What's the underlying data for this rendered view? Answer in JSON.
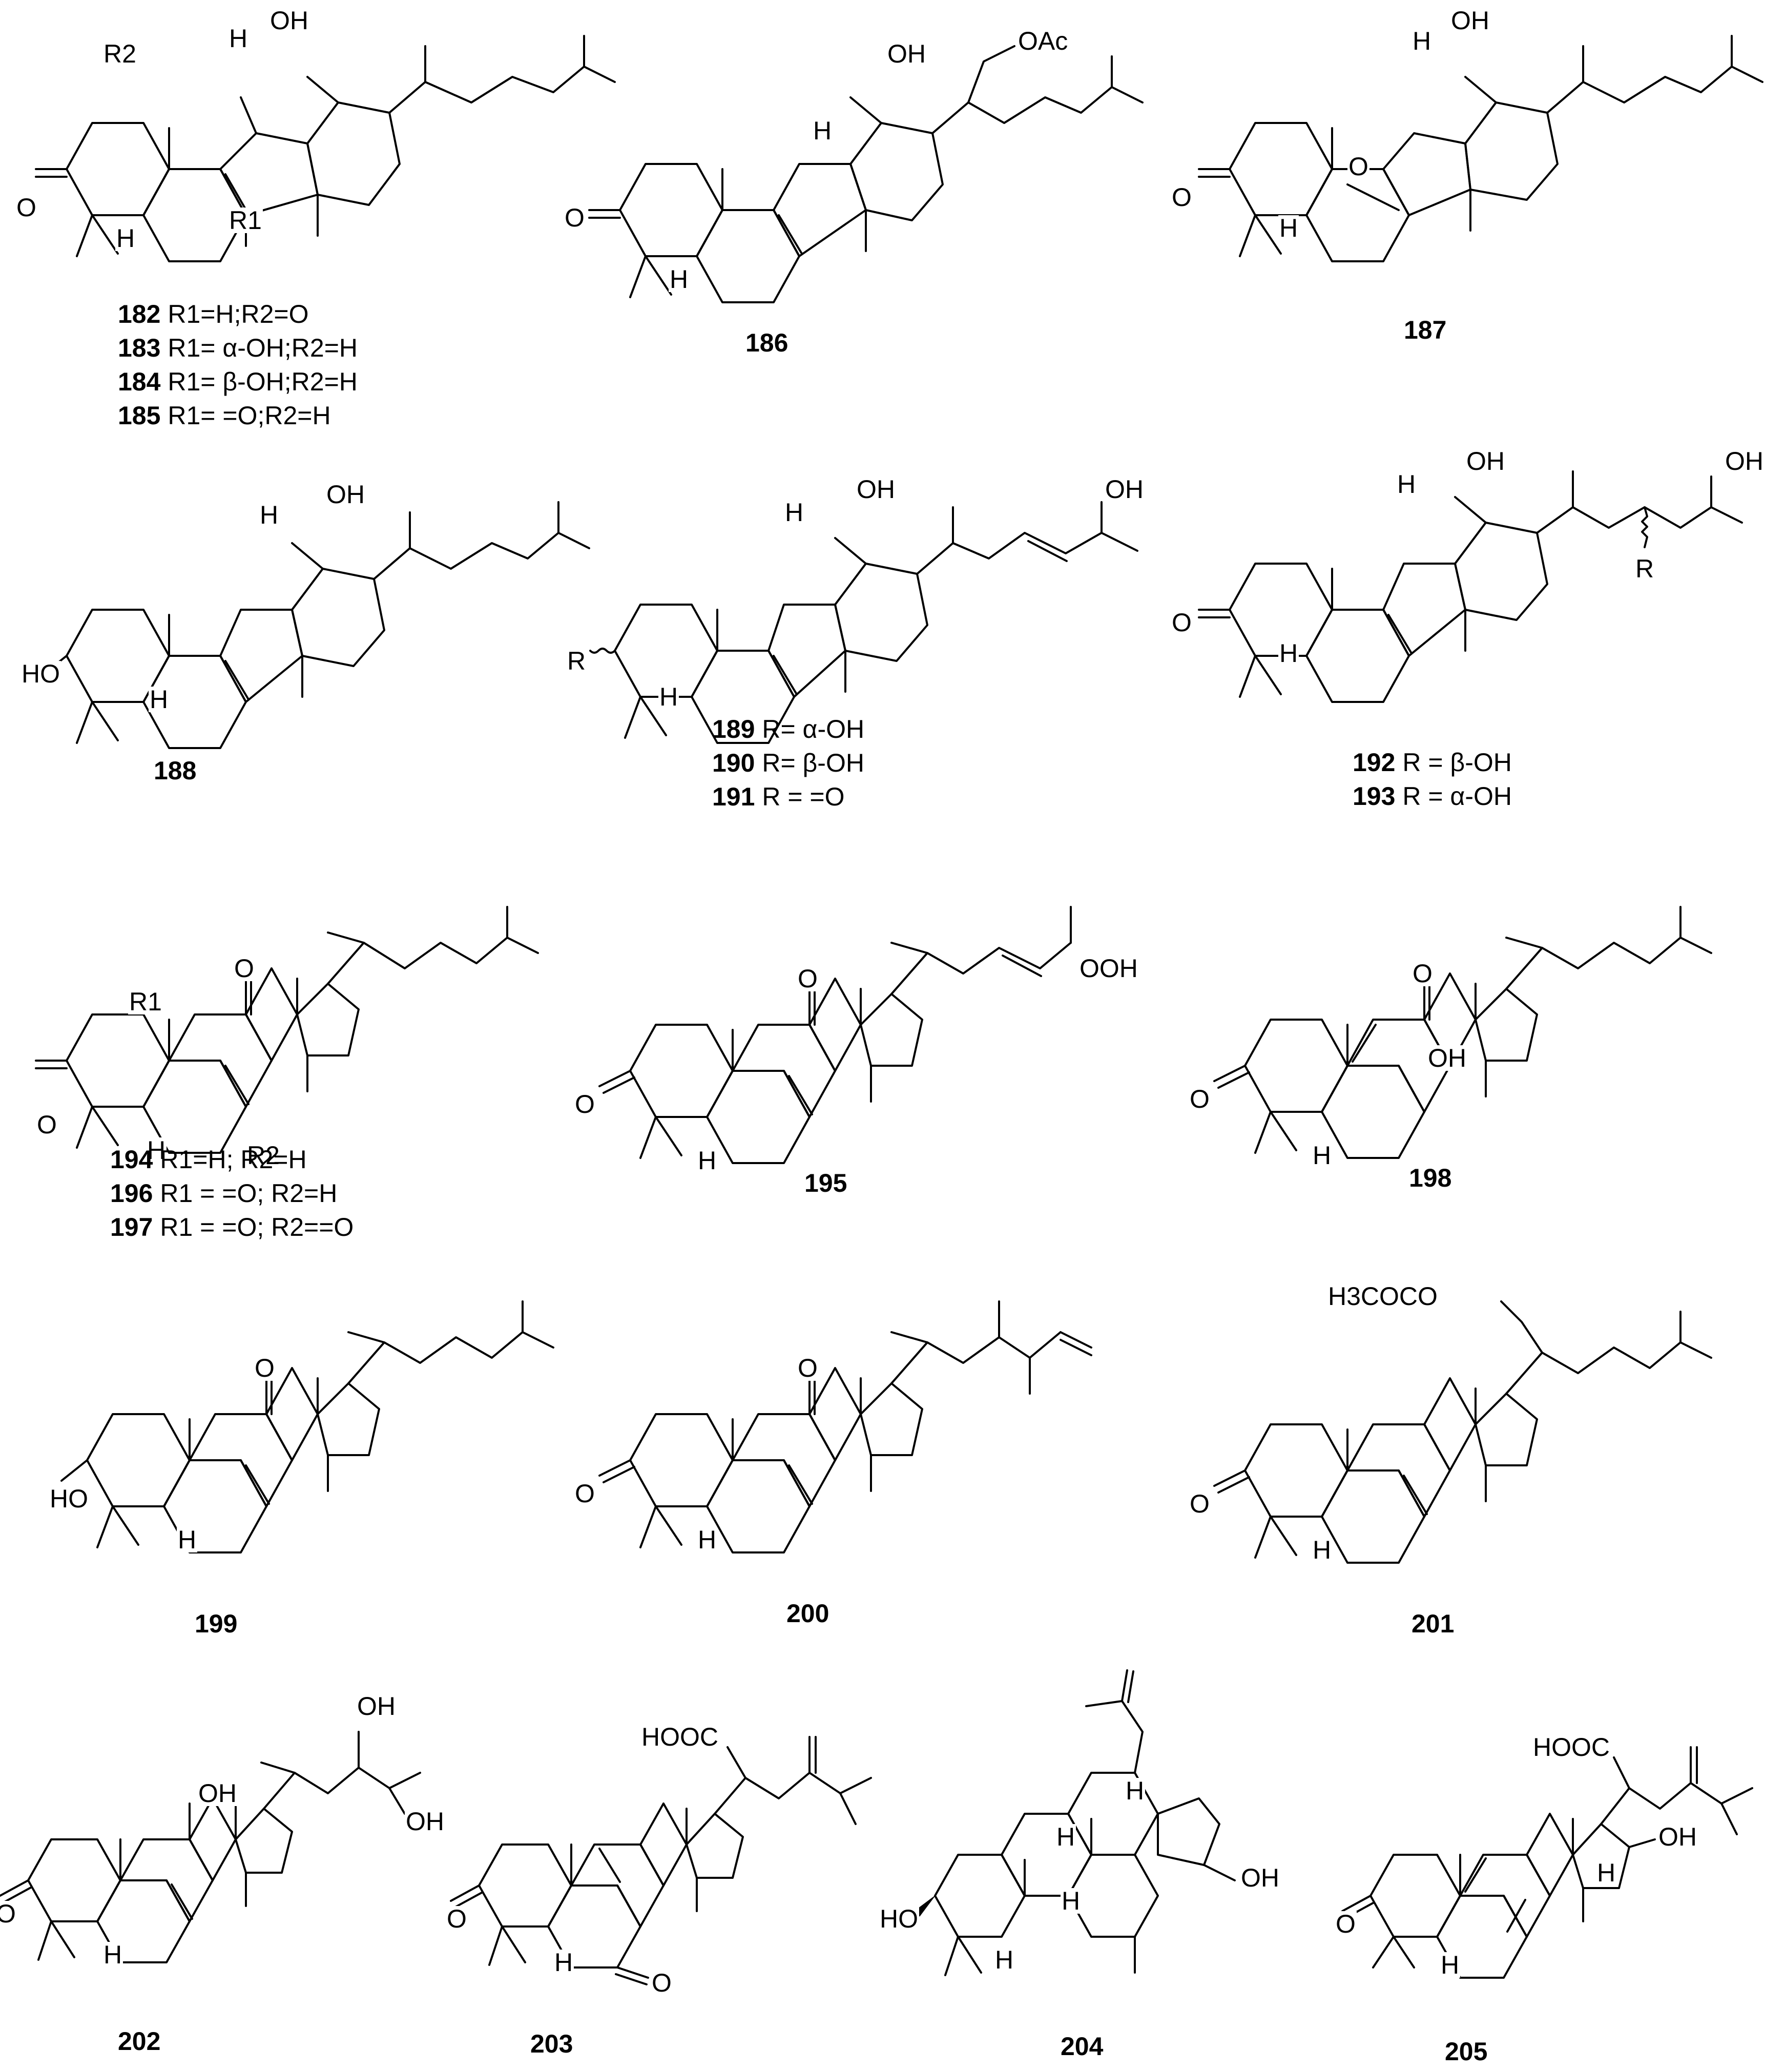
{
  "figure": {
    "compounds": [
      {
        "id": "c182",
        "number": "182",
        "atoms": [
          "R2",
          "OH",
          "H",
          "O",
          "H",
          "R1"
        ],
        "legend": [
          {
            "number": "182",
            "text": "R1=H;R2=O"
          },
          {
            "number": "183",
            "text": "R1= α-OH;R2=H"
          },
          {
            "number": "184",
            "text": "R1= β-OH;R2=H"
          },
          {
            "number": "185",
            "text": "R1= =O;R2=H"
          }
        ]
      },
      {
        "id": "c186",
        "number": "186",
        "atoms": [
          "OH",
          "OAc",
          "H",
          "O",
          "H"
        ],
        "legend": []
      },
      {
        "id": "c187",
        "number": "187",
        "atoms": [
          "OH",
          "H",
          "O",
          "O",
          "H"
        ],
        "legend": []
      },
      {
        "id": "c188",
        "number": "188",
        "atoms": [
          "OH",
          "H",
          "HO",
          "H"
        ],
        "legend": []
      },
      {
        "id": "c189",
        "number": "189",
        "atoms": [
          "OH",
          "H",
          "OH",
          "R",
          "H"
        ],
        "legend": [
          {
            "number": "189",
            "text": "R= α-OH"
          },
          {
            "number": "190",
            "text": "R= β-OH"
          },
          {
            "number": "191",
            "text": "R = =O"
          }
        ]
      },
      {
        "id": "c192",
        "number": "192",
        "atoms": [
          "OH",
          "H",
          "OH",
          "R",
          "O",
          "H"
        ],
        "legend": [
          {
            "number": "192",
            "text": "R = β-OH"
          },
          {
            "number": "193",
            "text": "R = α-OH"
          }
        ]
      },
      {
        "id": "c194",
        "number": "194",
        "atoms": [
          "O",
          "R1",
          "O",
          "H",
          "R2"
        ],
        "legend": [
          {
            "number": "194",
            "text": "R1=H; R2=H"
          },
          {
            "number": "196",
            "text": "R1 = =O; R2=H"
          },
          {
            "number": "197",
            "text": "R1 = =O; R2==O"
          }
        ]
      },
      {
        "id": "c195",
        "number": "195",
        "atoms": [
          "O",
          "OOH",
          "O",
          "H"
        ],
        "legend": []
      },
      {
        "id": "c198",
        "number": "198",
        "atoms": [
          "O",
          "OH",
          "O",
          "H"
        ],
        "legend": []
      },
      {
        "id": "c199",
        "number": "199",
        "atoms": [
          "O",
          "HO",
          "H"
        ],
        "legend": []
      },
      {
        "id": "c200",
        "number": "200",
        "atoms": [
          "O",
          "O",
          "H"
        ],
        "legend": []
      },
      {
        "id": "c201",
        "number": "201",
        "atoms": [
          "H3COCO",
          "O",
          "H"
        ],
        "legend": []
      },
      {
        "id": "c202",
        "number": "202",
        "atoms": [
          "OH",
          "OH",
          "OH",
          "O",
          "H"
        ],
        "legend": []
      },
      {
        "id": "c203",
        "number": "203",
        "atoms": [
          "HOOC",
          "O",
          "H",
          "O"
        ],
        "legend": []
      },
      {
        "id": "c204",
        "number": "204",
        "atoms": [
          "H",
          "OH",
          "H",
          "H",
          "HO",
          "H"
        ],
        "legend": []
      },
      {
        "id": "c205",
        "number": "205",
        "atoms": [
          "HOOC",
          "OH",
          "H",
          "O",
          "H"
        ],
        "legend": []
      }
    ]
  }
}
